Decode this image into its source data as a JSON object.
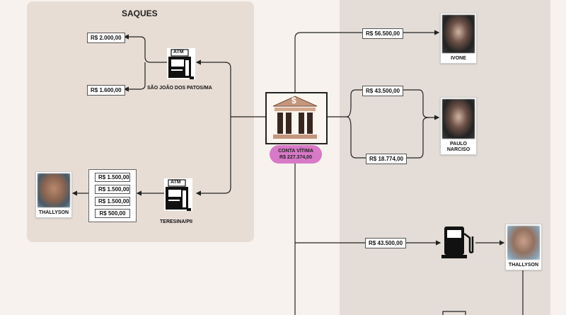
{
  "saques": {
    "title": "SAQUES",
    "atm_label": "ATM",
    "sao_joao": {
      "location": "SÃO JOÃO DOS PATOS/MA",
      "amounts": [
        "R$ 2.000,00",
        "R$ 1.600,00"
      ]
    },
    "teresina": {
      "location": "TERESINA/PII",
      "amounts": [
        "R$ 1.500,00",
        "R$ 1.500,00",
        "R$ 1.500,00",
        "R$ 500,00"
      ]
    },
    "thallyson_name": "THALLYSON"
  },
  "bank": {
    "symbol": "$",
    "label_line1": "CONTA VÍTIMA",
    "label_line2": "R$ 227.374,00"
  },
  "transfers": {
    "ivone": {
      "amount": "R$ 56.500,00",
      "name": "IVONE"
    },
    "paulo": {
      "amounts": [
        "R$ 43.500,00",
        "R$ 18.774,00"
      ],
      "name_line1": "PAULO",
      "name_line2": "NARCISO"
    },
    "fuel": {
      "amount": "R$ 43.500,00",
      "name": "THALLYSON"
    }
  },
  "colors": {
    "accent": "#d879c7",
    "panel_left": "#e8ddd5",
    "panel_right": "#e4ddd7",
    "line": "#222222"
  }
}
